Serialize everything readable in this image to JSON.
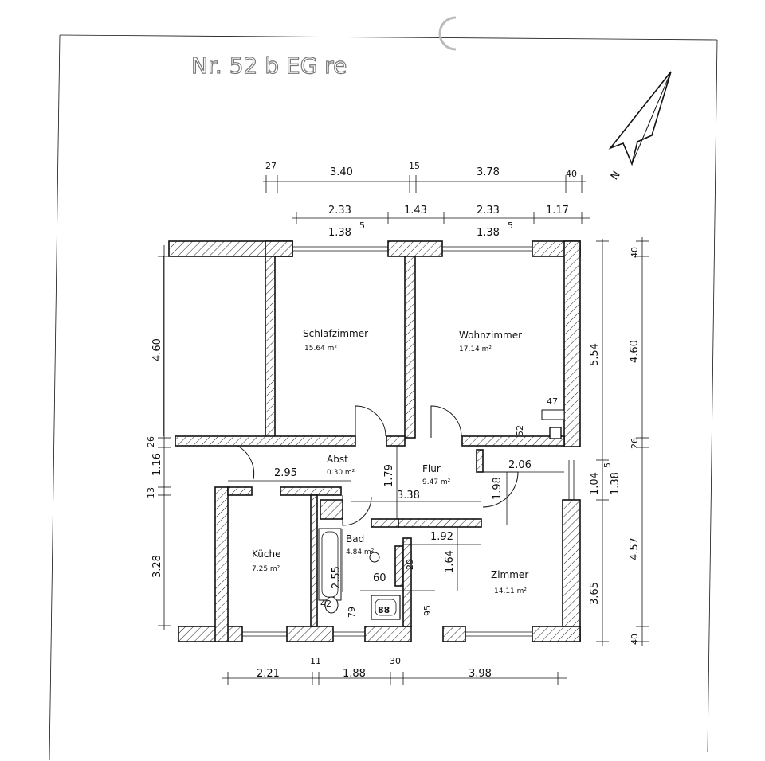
{
  "header": {
    "handwritten_note": "Nr. 52 b  EG re"
  },
  "north_arrow": {
    "label": "N",
    "icon": "north-arrow-icon"
  },
  "rooms": [
    {
      "name": "Schlafzimmer",
      "area": "15.64 m²"
    },
    {
      "name": "Wohnzimmer",
      "area": "17.14 m²"
    },
    {
      "name": "Abst",
      "area": "0.30 m²"
    },
    {
      "name": "Flur",
      "area": "9.47 m²"
    },
    {
      "name": "Bad",
      "area": "4.84 m²"
    },
    {
      "name": "Küche",
      "area": "7.25 m²"
    },
    {
      "name": "Zimmer",
      "area": "14.11 m²"
    }
  ],
  "dimensions": {
    "top_row1": [
      "27",
      "3.40",
      "15",
      "3.78",
      "40"
    ],
    "top_row2": [
      "2.33",
      "1.43",
      "2.33",
      "1.17"
    ],
    "top_row2_openings": [
      "1.38",
      "1.38"
    ],
    "opening_superscript": "5",
    "left": [
      "4.60",
      "26",
      "1.16",
      "13",
      "3.28"
    ],
    "right_inner": [
      "5.54",
      "1.04",
      "3.65"
    ],
    "right_outer": [
      "40",
      "4.60",
      "26",
      "1.38",
      "4.57",
      "40"
    ],
    "bottom": [
      "2.21",
      "11",
      "1.88",
      "30",
      "3.98"
    ],
    "interior": [
      "2.95",
      "3.38",
      "1.79",
      "1.98",
      "2.06",
      "1.92",
      "1.64",
      "2.55",
      "60",
      "29",
      "79",
      "95",
      "42",
      "88",
      "47",
      "52"
    ]
  }
}
